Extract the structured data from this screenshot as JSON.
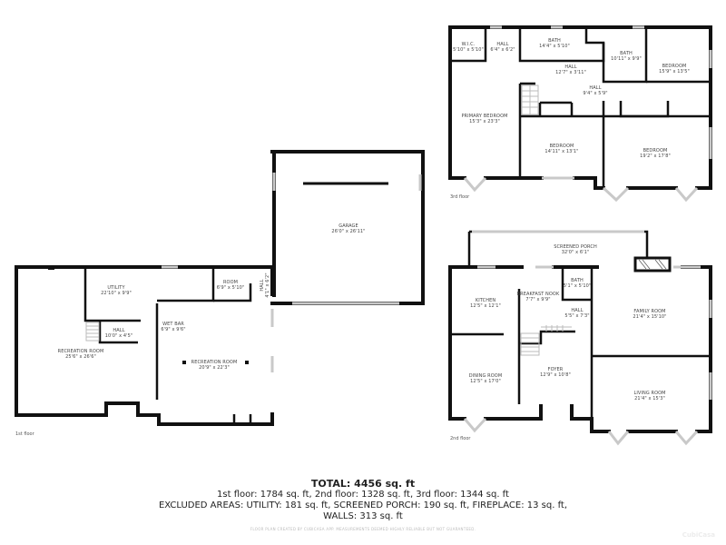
{
  "floors": [
    {
      "label": "1st floor",
      "rooms": [
        {
          "name": "RECREATION ROOM",
          "size": "25'6\" x 26'6\""
        },
        {
          "name": "UTILITY",
          "size": "22'10\" x 9'9\""
        },
        {
          "name": "HALL",
          "size": "10'0\" x 4'5\""
        },
        {
          "name": "ROOM",
          "size": "6'9\" x 5'10\""
        },
        {
          "name": "HALL",
          "size": "4'1\" x 6'2\""
        },
        {
          "name": "WET BAR",
          "size": "6'9\" x 9'6\""
        },
        {
          "name": "RECREATION ROOM",
          "size": "20'9\" x 22'3\""
        },
        {
          "name": "GARAGE",
          "size": "26'0\" x 26'11\""
        }
      ]
    },
    {
      "label": "2nd floor",
      "rooms": [
        {
          "name": "SCREENED PORCH",
          "size": "32'0\" x 6'1\""
        },
        {
          "name": "KITCHEN",
          "size": "12'5\" x 12'1\""
        },
        {
          "name": "BREAKFAST NOOK",
          "size": "7'7\" x 9'9\""
        },
        {
          "name": "BATH",
          "size": "5'1\" x 5'10\""
        },
        {
          "name": "HALL",
          "size": "5'5\" x 7'3\""
        },
        {
          "name": "FAMILY ROOM",
          "size": "21'4\" x 15'10\""
        },
        {
          "name": "DINING ROOM",
          "size": "12'5\" x 17'0\""
        },
        {
          "name": "FOYER",
          "size": "12'9\" x 10'8\""
        },
        {
          "name": "LIVING ROOM",
          "size": "21'4\" x 15'3\""
        }
      ]
    },
    {
      "label": "3rd floor",
      "rooms": [
        {
          "name": "W.I.C.",
          "size": "5'10\" x 5'10\""
        },
        {
          "name": "HALL",
          "size": "6'4\" x 6'2\""
        },
        {
          "name": "BATH",
          "size": "14'4\" x 5'10\""
        },
        {
          "name": "BATH",
          "size": "10'11\" x 9'9\""
        },
        {
          "name": "HALL",
          "size": "12'7\" x 3'11\""
        },
        {
          "name": "HALL",
          "size": "9'4\" x 5'9\""
        },
        {
          "name": "BEDROOM",
          "size": "15'9\" x 13'5\""
        },
        {
          "name": "PRIMARY BEDROOM",
          "size": "15'3\" x 23'3\""
        },
        {
          "name": "BEDROOM",
          "size": "14'11\" x 13'1\""
        },
        {
          "name": "BEDROOM",
          "size": "19'2\" x 17'8\""
        }
      ]
    }
  ],
  "summary": {
    "total": "TOTAL: 4456 sq. ft",
    "floors": "1st floor: 1784 sq. ft, 2nd floor: 1328 sq. ft, 3rd floor: 1344 sq. ft",
    "excluded": "EXCLUDED AREAS: UTILITY: 181 sq. ft, SCREENED PORCH: 190 sq. ft, FIREPLACE: 13 sq. ft,",
    "walls": "WALLS: 313 sq. ft",
    "disclaimer": "FLOOR PLAN CREATED BY CUBICASA APP. MEASUREMENTS DEEMED HIGHLY RELIABLE BUT NOT GUARANTEED."
  },
  "watermark": "CubiCasa"
}
